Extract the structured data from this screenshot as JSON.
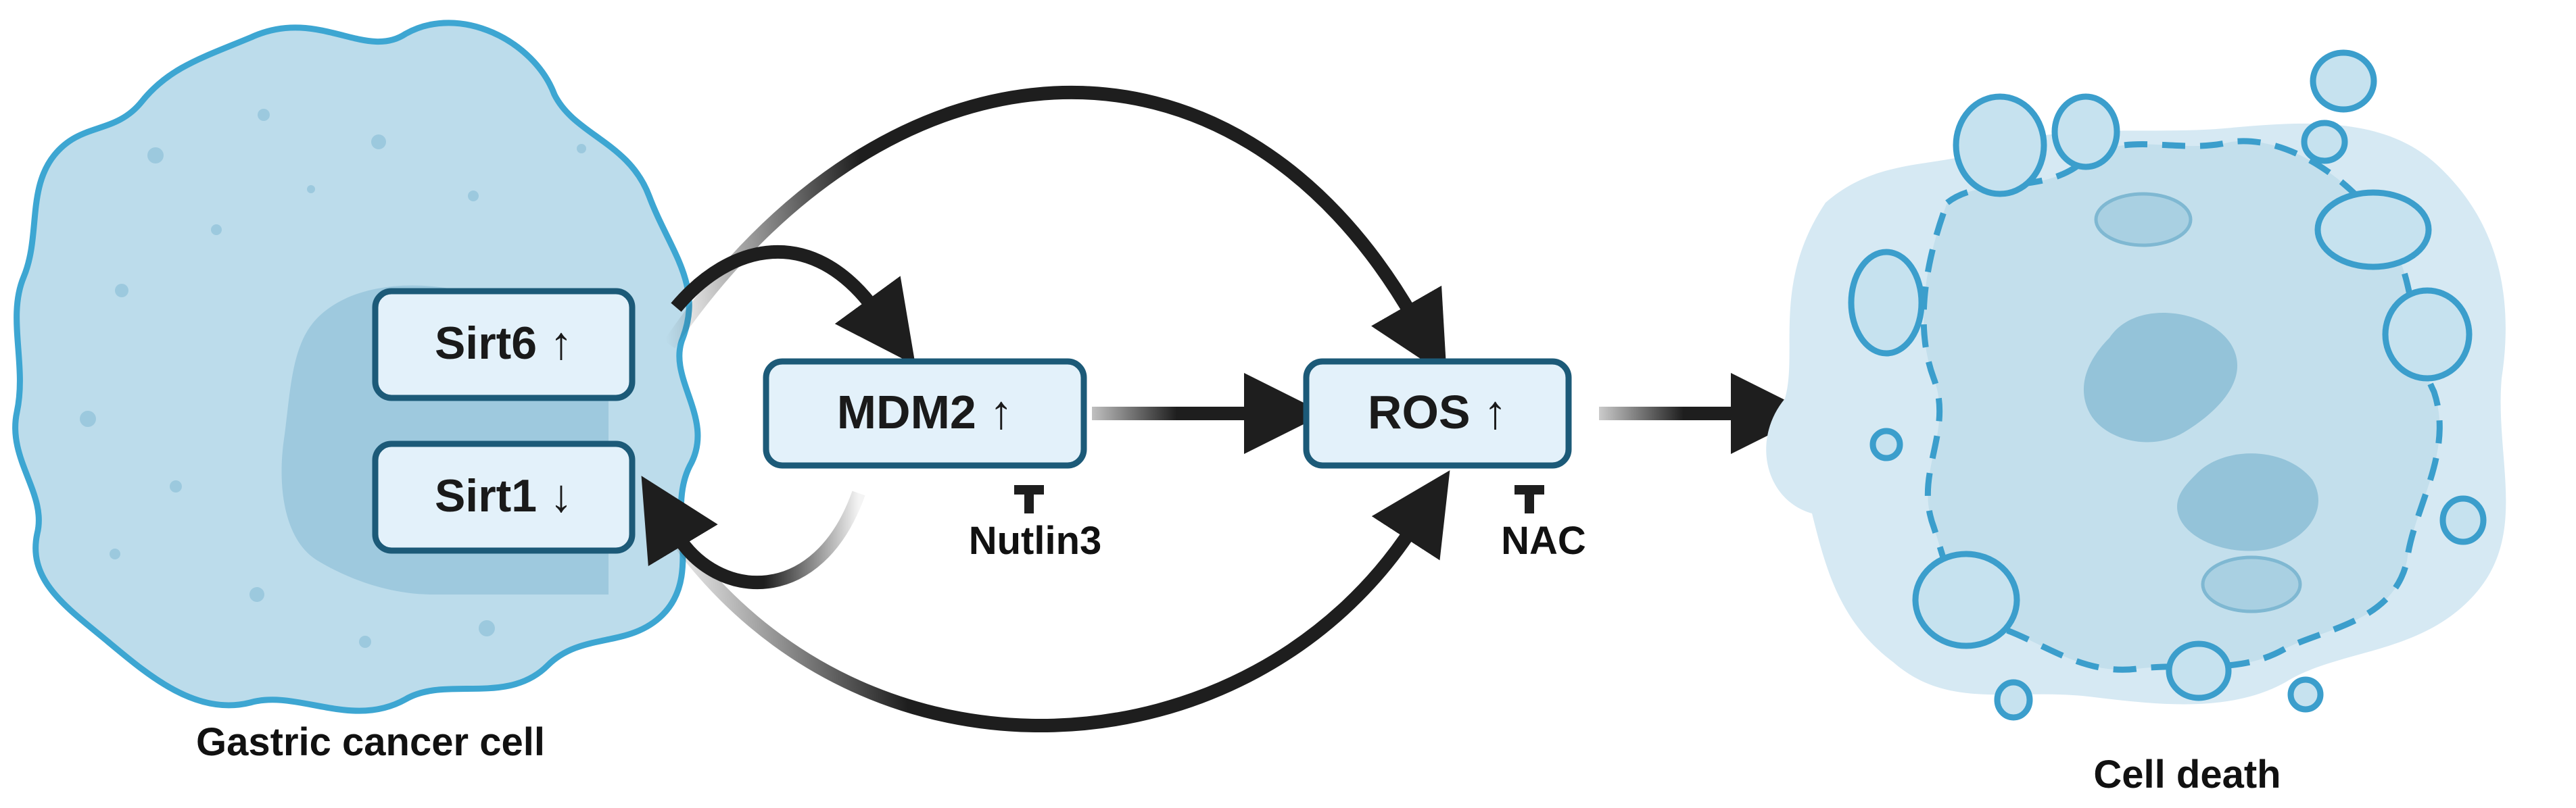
{
  "colors": {
    "box_fill": "#e3f1fa",
    "box_stroke": "#1c5a78",
    "cell_fill": "#bcdceb",
    "cell_stroke": "#3da6d2",
    "nucleus_fill": "#94c3d9",
    "arrow": "#1e1e1e",
    "dead_cell_fill": "#d6e9f3",
    "dead_cell_inner": "#c3dfec",
    "dead_cell_stroke": "#3b9ecc"
  },
  "left_cell": {
    "caption": "Gastric cancer cell",
    "markers": [
      {
        "label": "Sirt6 ↑"
      },
      {
        "label": "Sirt1 ↓"
      }
    ]
  },
  "nodes": {
    "mdm2": {
      "label": "MDM2 ↑",
      "inhibitor": "Nutlin3"
    },
    "ros": {
      "label": "ROS ↑",
      "inhibitor": "NAC"
    }
  },
  "right_cell": {
    "caption": "Cell death"
  },
  "icons": {
    "left_cell": "cancer-cell-icon",
    "right_cell": "apoptotic-cell-icon",
    "inhibitor": "inhibition-bar-icon"
  }
}
